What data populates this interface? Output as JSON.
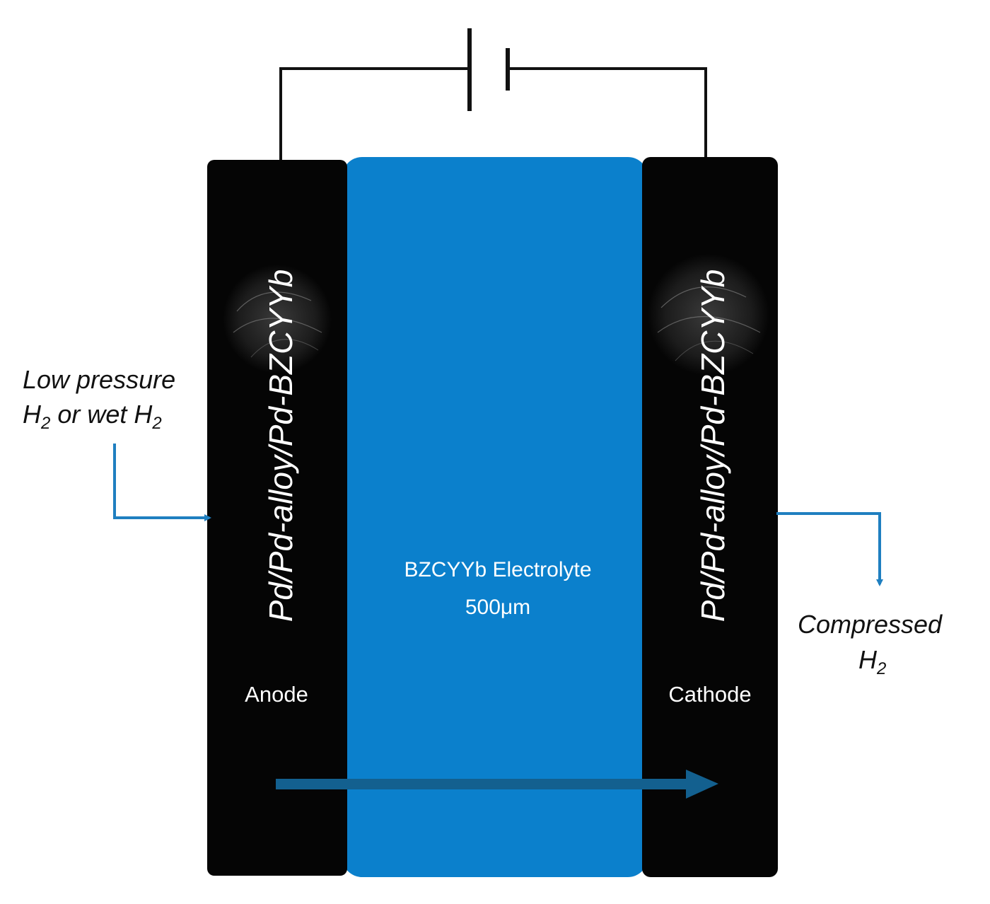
{
  "colors": {
    "electrode": "#050505",
    "electrolyte": "#0b80cc",
    "arrow": "#1f7fc0",
    "proton_arrow": "#13608f",
    "wire": "#111111",
    "text_light": "#ffffff",
    "text_dark": "#111111"
  },
  "anode": {
    "material": "Pd/Pd-alloy/Pd-BZCYYb",
    "label": "Anode"
  },
  "cathode": {
    "material": "Pd/Pd-alloy/Pd-BZCYYb",
    "label": "Cathode"
  },
  "electrolyte": {
    "name": "BZCYYb Electrolyte",
    "thickness": "500μm"
  },
  "inlet": {
    "line1": "Low pressure",
    "h2_a": "H",
    "sub_a": "2",
    "mid": " or wet ",
    "h2_b": "H",
    "sub_b": "2"
  },
  "outlet": {
    "line1": "Compressed",
    "h2": "H",
    "sub": "2"
  },
  "icons": {
    "power_source": "battery-symbol-icon",
    "anode_texture": "pd-microstructure-icon",
    "cathode_texture": "pd-microstructure-icon"
  }
}
